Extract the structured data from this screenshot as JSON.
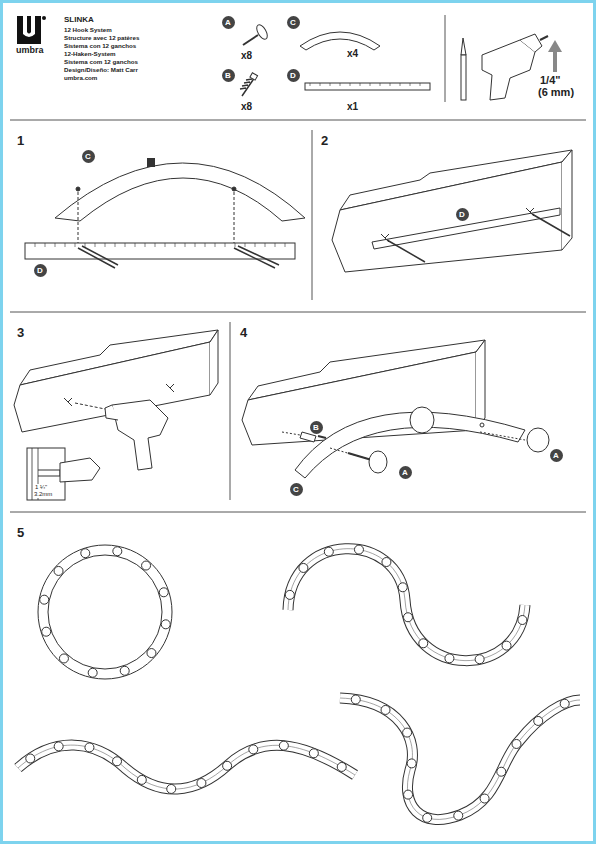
{
  "diagram": {
    "title": "SLINKA",
    "nodes": [
      {
        "text": [
          "A"
        ]
      },
      {
        "text": [
          "C"
        ]
      },
      {
        "text": [
          "B"
        ]
      },
      {
        "text": [
          "D"
        ]
      },
      {
        "text": [
          "C"
        ]
      },
      {
        "text": [
          "D"
        ]
      },
      {
        "text": [
          "D"
        ]
      },
      {
        "text": [
          "B"
        ]
      },
      {
        "text": [
          "A"
        ]
      },
      {
        "text": [
          "A"
        ]
      },
      {
        "text": [
          "C"
        ]
      }
    ],
    "edges": [],
    "labels": [
      "12 Hook System",
      "Structure avec 12 patères",
      "Sistema con 12 ganchos",
      "12-Haken-System",
      "Sistema com 12 ganchos",
      "Design/Diseño: Matt Carr",
      "umbra.com",
      "umbra",
      "x8",
      "x4",
      "x8",
      "x1",
      "1/4\"",
      "(6 mm)",
      "1",
      "2",
      "3",
      "1 ¼\"",
      "3.2mm",
      "4",
      "5"
    ]
  }
}
